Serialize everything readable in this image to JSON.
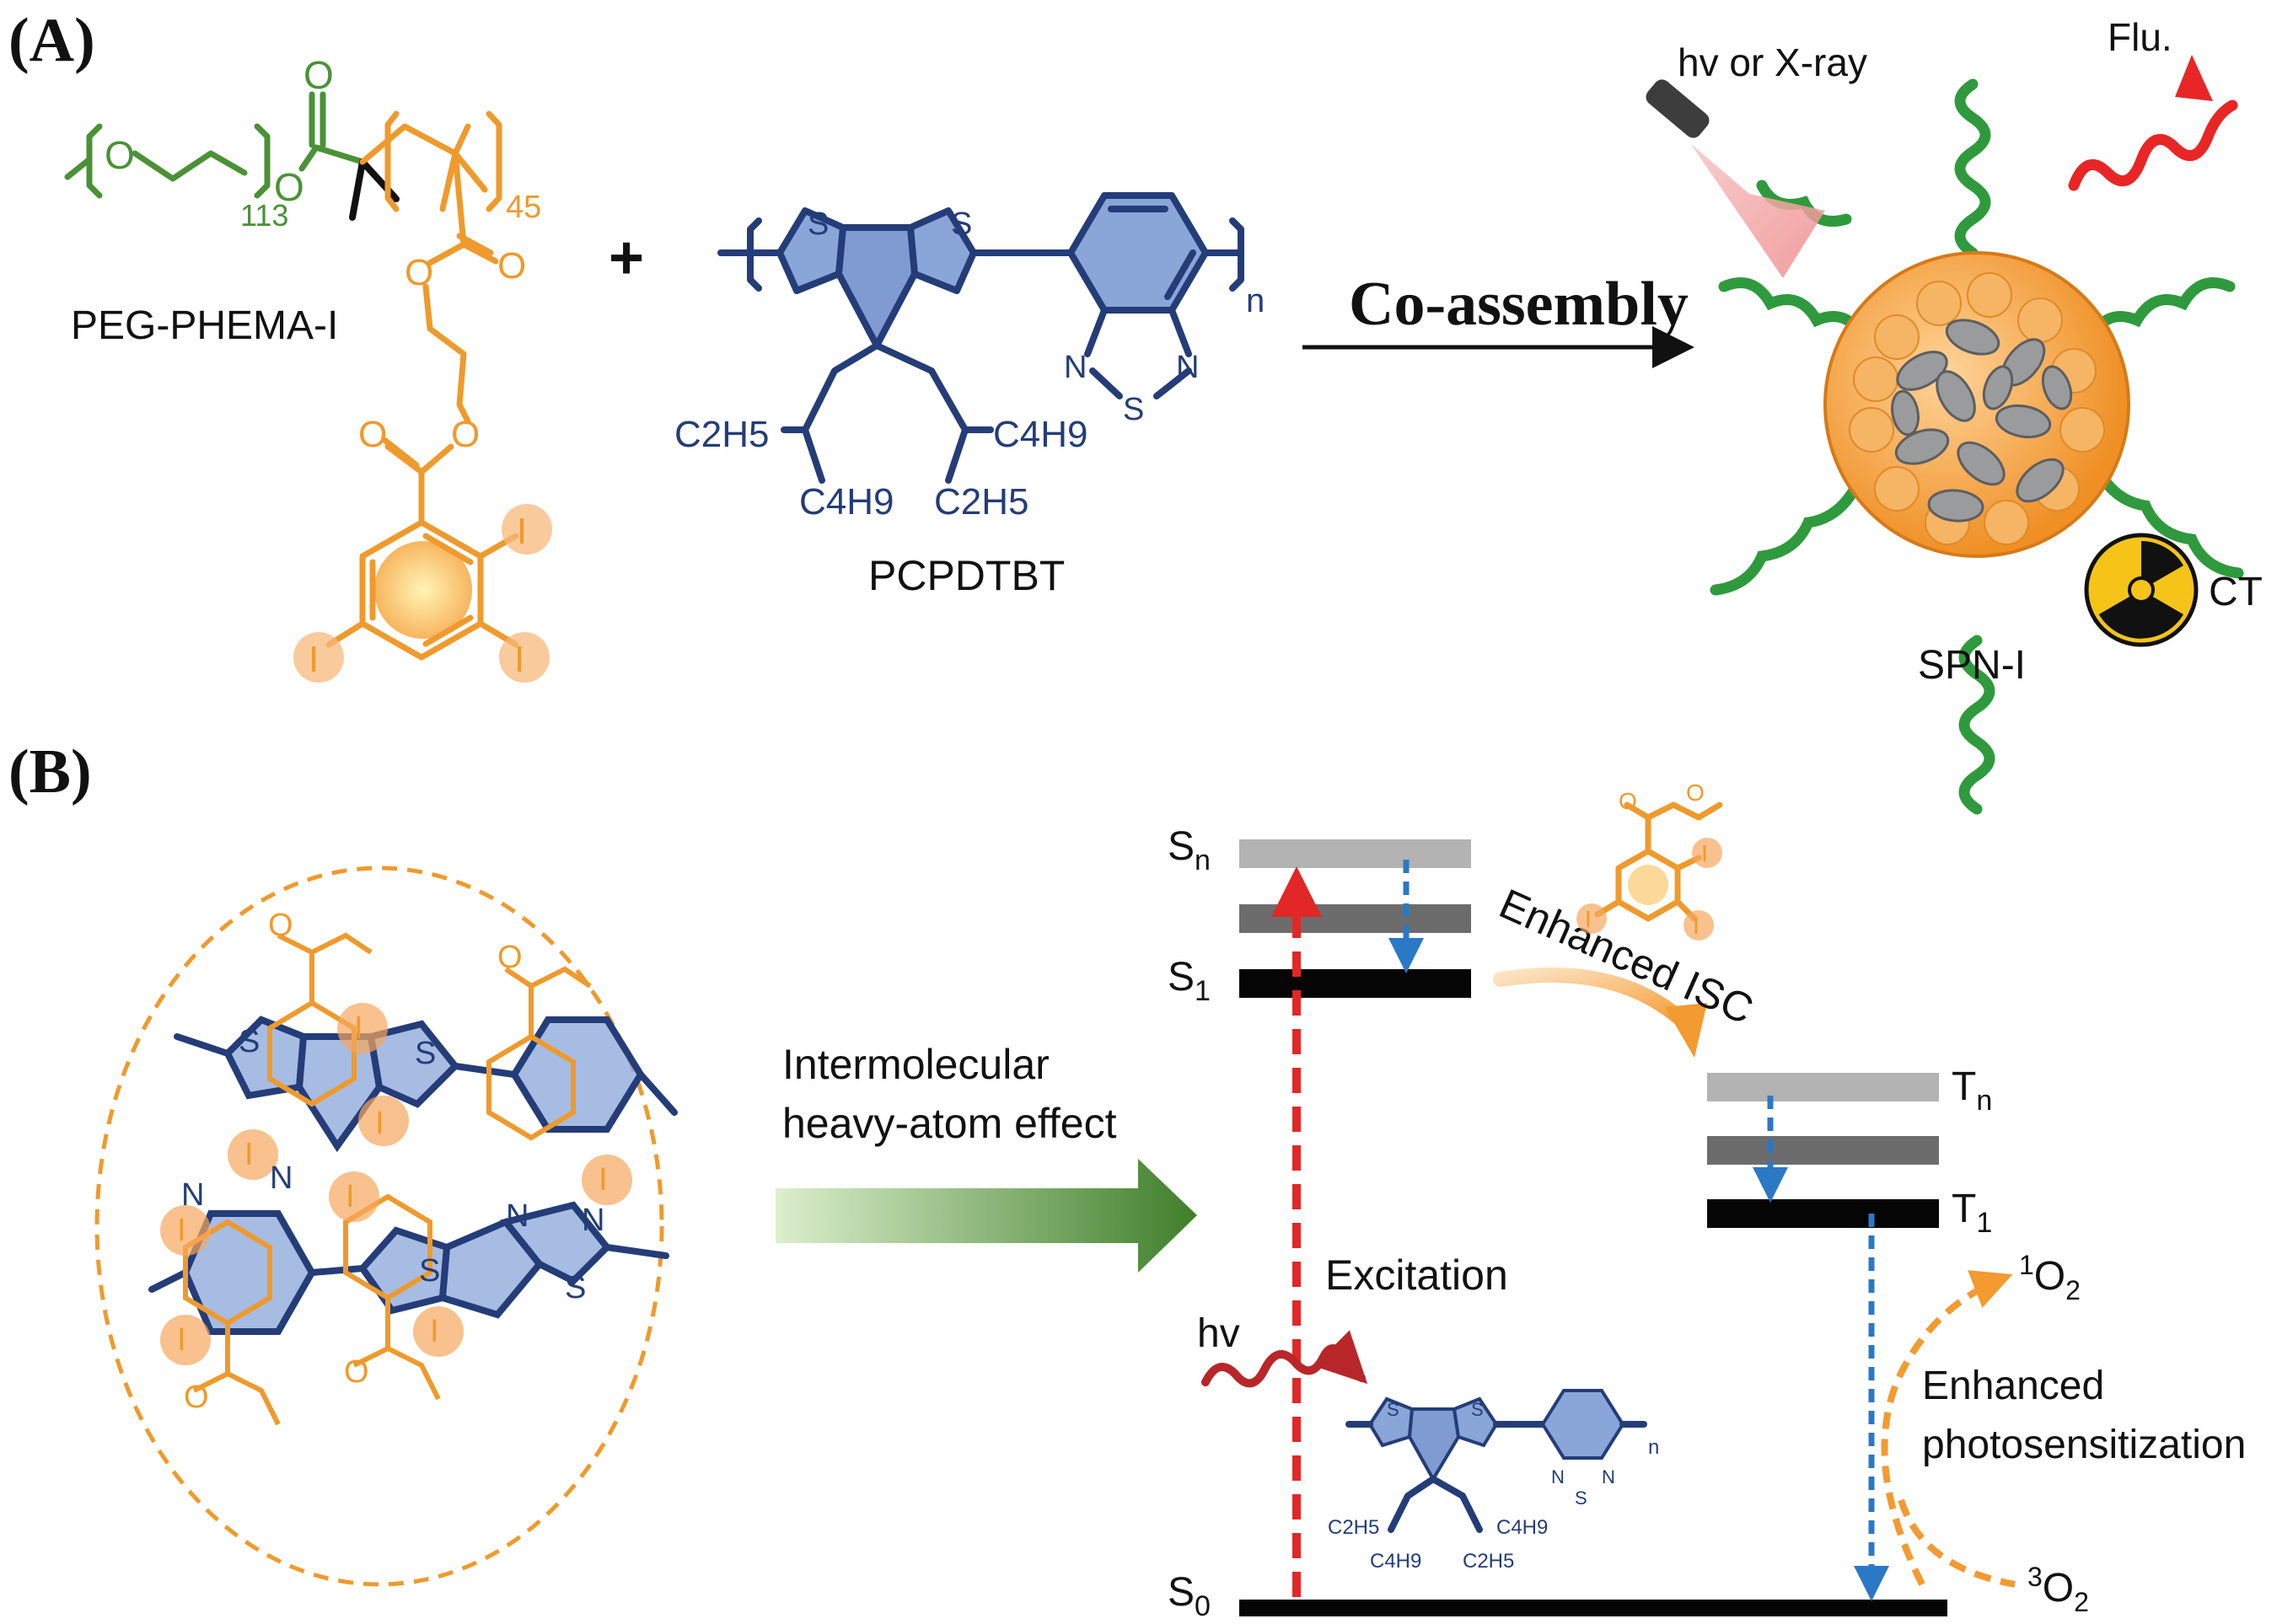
{
  "panels": {
    "a": "(A)",
    "b": "(B)"
  },
  "panel_a": {
    "peg": {
      "o": "O",
      "carbonyl_o": "O",
      "ester_o": "O",
      "n_peg": "113",
      "n_hema": "45",
      "name": "PEG-PHEMA-I"
    },
    "side_chain": {
      "o1": "O",
      "o2": "O",
      "o3": "O",
      "o4": "O",
      "i1": "I",
      "i2": "I",
      "i3": "I"
    },
    "plus": "+",
    "polymer": {
      "s1": "S",
      "s2": "S",
      "n1": "N",
      "n2": "N",
      "s3": "S",
      "n_sub": "n",
      "c2h5_left": "C2H5",
      "c4h9_left": "C4H9",
      "c4h9_right": "C4H9",
      "c2h5_right": "C2H5",
      "name": "PCPDTBT"
    },
    "arrow_label": "Co-assembly",
    "nanoparticle": {
      "excite_label": "hv or X-ray",
      "flu_label": "Flu.",
      "name": "SPN-I",
      "ct_label": "CT"
    }
  },
  "panel_b": {
    "circle_labels": {
      "s1": "S",
      "s2": "S",
      "s3": "S",
      "s4": "S",
      "n1": "N",
      "n2": "N",
      "n3": "N",
      "n4": "N",
      "i1": "I",
      "i2": "I",
      "i3": "I",
      "i4": "I",
      "i5": "I",
      "i6": "I",
      "i7": "I",
      "i8": "I",
      "o1": "O",
      "o2": "O",
      "o3": "O",
      "o4": "O"
    },
    "arrow_label_line1": "Intermolecular",
    "arrow_label_line2": "heavy-atom effect",
    "levels": {
      "sn": "S",
      "sn_sub": "n",
      "s1": "S",
      "s1_sub": "1",
      "tn": "T",
      "tn_sub": "n",
      "t1": "T",
      "t1_sub": "1",
      "s0": "S",
      "s0_sub": "0"
    },
    "isc_label": "Enhanced ISC",
    "excitation_label": "Excitation",
    "hv_label": "hv",
    "singlet_oxygen": {
      "sup": "1",
      "text": "O",
      "sub": "2"
    },
    "triplet_oxygen": {
      "sup": "3",
      "text": "O",
      "sub": "2"
    },
    "photosens_line1": "Enhanced",
    "photosens_line2": "photosensitization",
    "iodobenzoate": {
      "o1": "O",
      "o2": "O",
      "i1": "I",
      "i2": "I",
      "i3": "I"
    },
    "mini_polymer": {
      "s1": "S",
      "s2": "S",
      "n1": "N",
      "n2": "N",
      "s3": "S",
      "n_sub": "n",
      "c2h5_left": "C2H5",
      "c4h9_left": "C4H9",
      "c4h9_right": "C4H9",
      "c2h5_right": "C2H5"
    }
  },
  "colors": {
    "peg_green": "#4a9236",
    "iodine_orange": "#ef9a2c",
    "polymer_blue": "#243d78",
    "excitation_red": "#e32626",
    "relax_blue": "#2b78c5",
    "helix_green": "#2f9a3d",
    "arrow_green": "#4e8a38"
  }
}
